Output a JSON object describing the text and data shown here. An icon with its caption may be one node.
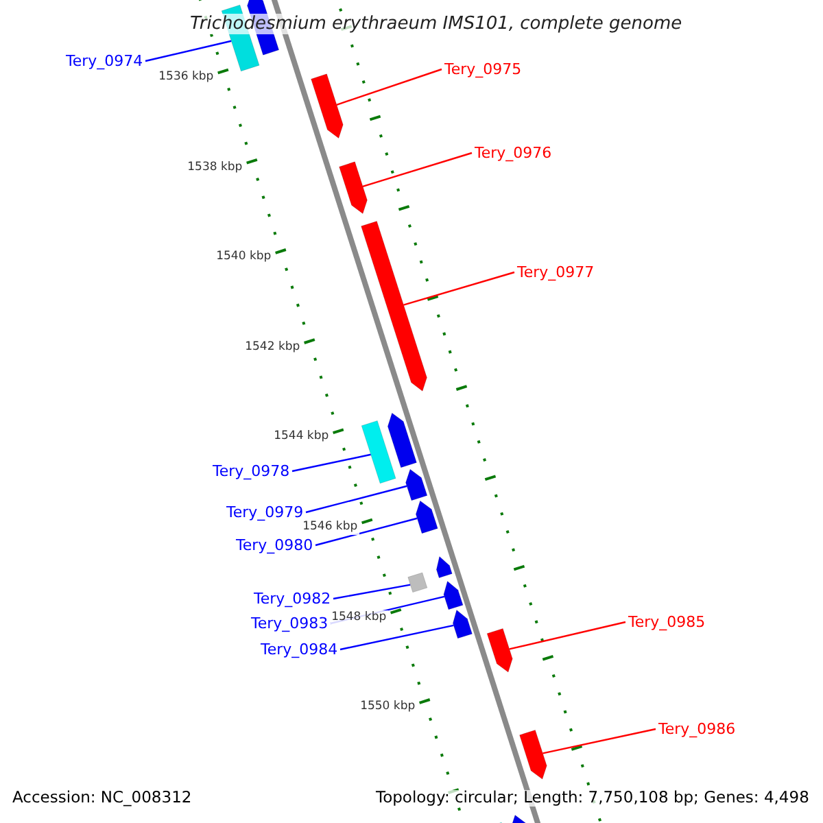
{
  "diagram": {
    "title": "Trichodesmium erythraeum IMS101, complete genome",
    "nodes": [
      {
        "text": [
          "Tery_0974"
        ]
      },
      {
        "text": [
          "Tery_0975"
        ]
      },
      {
        "text": [
          "Tery_0976"
        ]
      },
      {
        "text": [
          "Tery_0977"
        ]
      },
      {
        "text": [
          "Tery_0978"
        ]
      },
      {
        "text": [
          "Tery_0979"
        ]
      },
      {
        "text": [
          "Tery_0980"
        ]
      },
      {
        "text": [
          "Tery_0982"
        ]
      },
      {
        "text": [
          "Tery_0983"
        ]
      },
      {
        "text": [
          "Tery_0984"
        ]
      },
      {
        "text": [
          "Tery_0985"
        ]
      },
      {
        "text": [
          "Tery_0986"
        ]
      },
      {
        "text": [],
        "shape": "bar"
      },
      {
        "text": [],
        "shape": "pentagon"
      },
      {
        "text": [],
        "shape": "pentagon"
      },
      {
        "text": [],
        "shape": "pentagon"
      },
      {
        "text": [],
        "shape": "pentagon"
      },
      {
        "text": [],
        "shape": "bar"
      },
      {
        "text": [],
        "shape": "pentagon"
      },
      {
        "text": [],
        "shape": "pentagon"
      },
      {
        "text": [],
        "shape": "pentagon"
      },
      {
        "text": [],
        "shape": "box"
      },
      {
        "text": [],
        "shape": "pentagon"
      },
      {
        "text": [],
        "shape": "pentagon"
      },
      {
        "text": [],
        "shape": "pentagon"
      },
      {
        "text": [],
        "shape": "pentagon"
      },
      {
        "text": [],
        "shape": "pentagon"
      },
      {
        "text": [],
        "shape": "bar"
      },
      {
        "text": [],
        "shape": "pentagon"
      }
    ],
    "edges": [
      {
        "from": 0,
        "to": 12,
        "arrow": "none"
      },
      {
        "from": 1,
        "to": 14,
        "arrow": "none",
        "color": "#ff0000"
      },
      {
        "from": 2,
        "to": 15,
        "arrow": "none",
        "color": "#ff0000"
      },
      {
        "from": 3,
        "to": 16,
        "arrow": "none",
        "color": "#ff0000"
      },
      {
        "from": 4,
        "to": 17,
        "arrow": "none"
      },
      {
        "from": 5,
        "to": 19,
        "arrow": "none"
      },
      {
        "from": 6,
        "to": 20,
        "arrow": "none"
      },
      {
        "from": 7,
        "to": 21,
        "arrow": "none"
      },
      {
        "from": 8,
        "to": 23,
        "arrow": "none"
      },
      {
        "from": 9,
        "to": 24,
        "arrow": "none"
      },
      {
        "from": 10,
        "to": 25,
        "arrow": "none",
        "color": "#ff0000"
      },
      {
        "from": 11,
        "to": 26,
        "arrow": "none",
        "color": "#ff0000"
      }
    ],
    "labels": [
      "1536 kbp",
      "1538 kbp",
      "1540 kbp",
      "1542 kbp",
      "1544 kbp",
      "1546 kbp",
      "1548 kbp",
      "1550 kbp",
      "Accession: NC_008312",
      "Topology: circular; Length: 7,750,108 bp; Genes: 4,498"
    ]
  }
}
